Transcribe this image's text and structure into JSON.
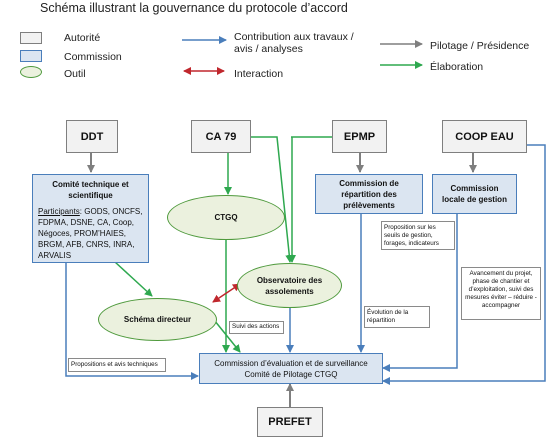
{
  "title": "Schéma illustrant la gouvernance du protocole d’accord",
  "legend": {
    "autorite": "Autorité",
    "commission": "Commission",
    "outil": "Outil",
    "contribution": "Contribution aux travaux / avis / analyses",
    "interaction": "Interaction",
    "pilotage": "Pilotage / Présidence",
    "elaboration": "Élaboration"
  },
  "colors": {
    "blue": "#4a7ebb",
    "red": "#c0272d",
    "grey": "#7f7f7f",
    "green": "#2ea84f"
  },
  "authorities": {
    "ddt": "DDT",
    "ca79": "CA 79",
    "epmp": "EPMP",
    "coop": "COOP EAU",
    "prefet": "PREFET"
  },
  "commissions": {
    "cts_title": "Comité technique et scientifique",
    "cts_participants_label": "Participants",
    "cts_participants": ": GODS, ONCFS, FDPMA, DSNE, CA, Coop, Négoces, PROM’HAIES, BRGM, AFB, CNRS, INRA, ARVALIS",
    "repartition": "Commission de répartition des prélèvements",
    "locale": "Commission locale de gestion",
    "evaluation_line1": "Commission d’évaluation et de surveillance",
    "evaluation_line2": "Comité de Pilotage CTGQ"
  },
  "tools": {
    "ctgq": "CTGQ",
    "observatoire": "Observatoire des assolements",
    "schema": "Schéma directeur"
  },
  "notes": {
    "seuils": "Proposition sur les seuils de gestion, forages, indicateurs",
    "avancement": "Avancement du projet, phase de chantier et d’exploitation, suivi des mesures éviter – réduire - accompagner",
    "evolution": "Évolution de la répartition",
    "suivi": "Suivi des actions",
    "propositions": "Propositions et avis techniques"
  }
}
